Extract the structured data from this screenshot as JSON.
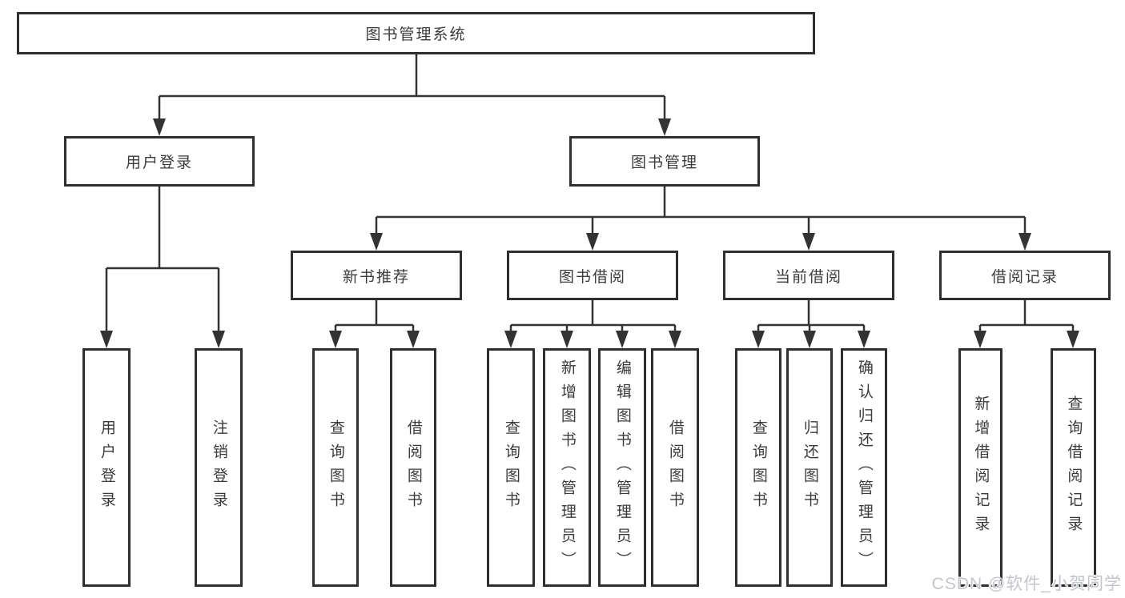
{
  "tree": {
    "label": "图书管理系统",
    "children": [
      {
        "label": "用户登录",
        "children": [
          {
            "label": "用户登录"
          },
          {
            "label": "注销登录"
          }
        ]
      },
      {
        "label": "图书管理",
        "children": [
          {
            "label": "新书推荐",
            "children": [
              {
                "label": "查询图书"
              },
              {
                "label": "借阅图书"
              }
            ]
          },
          {
            "label": "图书借阅",
            "children": [
              {
                "label": "查询图书"
              },
              {
                "label": "新增图书（管理员）"
              },
              {
                "label": "编辑图书（管理员）"
              },
              {
                "label": "借阅图书"
              }
            ]
          },
          {
            "label": "当前借阅",
            "children": [
              {
                "label": "查询图书"
              },
              {
                "label": "归还图书"
              },
              {
                "label": "确认归还（管理员）"
              }
            ]
          },
          {
            "label": "借阅记录",
            "children": [
              {
                "label": "新增借阅记录"
              },
              {
                "label": "查询借阅记录"
              }
            ]
          }
        ]
      }
    ]
  },
  "watermark": {
    "text": "CSDN @软件_小贺同学"
  },
  "colors": {
    "box_border": "#2f2f2f",
    "connector_line": "#333333",
    "text": "#3b3b3b",
    "background": "#ffffff",
    "watermark": "#c2c5cb"
  }
}
